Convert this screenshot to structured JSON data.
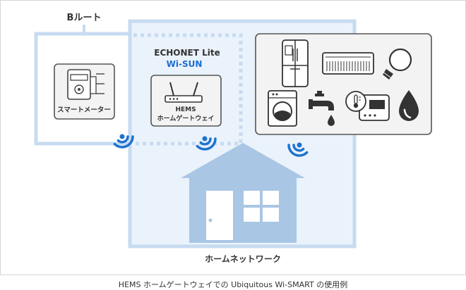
{
  "labels": {
    "b_route": "Bルート",
    "echonet": "ECHONET Lite",
    "wisun": "Wi-SUN",
    "smart_meter": "スマートメーター",
    "hems_top": "HEMS",
    "hems_bottom": "ホームゲートウェイ",
    "home_network": "ホームネットワーク",
    "caption": "HEMS ホームゲートウェイでの Ubiquitous Wi-SMART の使用例"
  },
  "colors": {
    "line_blue": "#c7dbf0",
    "house_blue": "#a9c6e4",
    "wave_blue": "#1e73cf",
    "wisun_blue": "#1b6fd0",
    "dark": "#333333",
    "box_fill": "#f3f3f3"
  },
  "icons": [
    "smart-meter-icon",
    "router-icon",
    "refrigerator-icon",
    "air-conditioner-icon",
    "light-bulb-icon",
    "washing-machine-icon",
    "faucet-icon",
    "thermostat-icon",
    "water-drop-icon",
    "wireless-wave-icon",
    "house-icon"
  ]
}
